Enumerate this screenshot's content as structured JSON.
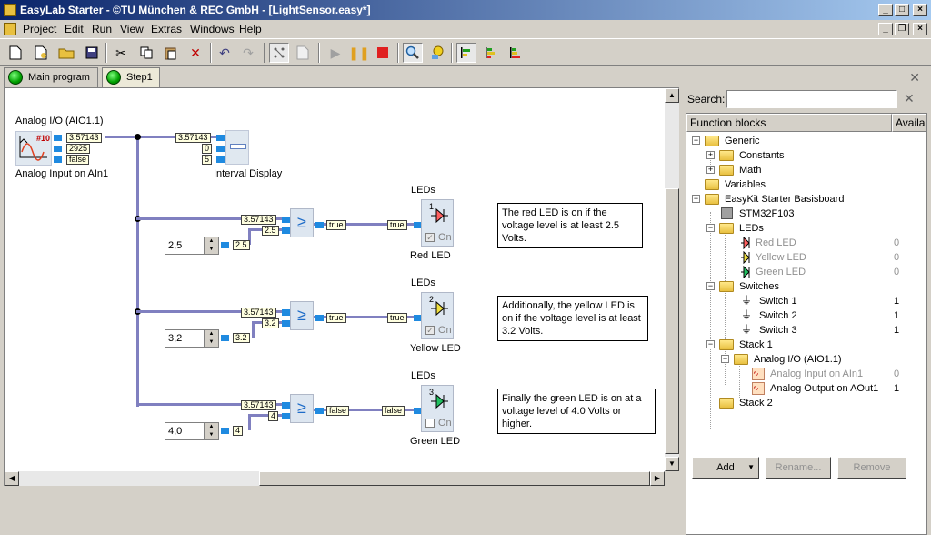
{
  "window": {
    "title": "EasyLab Starter - ©TU München & REC GmbH - [LightSensor.easy*]"
  },
  "menu": [
    "Project",
    "Edit",
    "Run",
    "View",
    "Extras",
    "Windows",
    "Help"
  ],
  "tabs": [
    {
      "label": "Main program"
    },
    {
      "label": "Step1"
    }
  ],
  "canvas": {
    "aio_title": "Analog I/O (AIO1.1)",
    "aio_caption": "Analog Input on AIn1",
    "aio_out1": "3.57143",
    "aio_out2": "2925",
    "aio_out3": "false",
    "interval_in": "3.57143",
    "interval_v1": "0",
    "interval_v2": "5",
    "interval_caption": "Interval Display",
    "rows": [
      {
        "leds_title": "LEDs",
        "in_val": "3.57143",
        "thr_val": "2.5",
        "spin": "2,5",
        "spin_out": "2.5",
        "cmp": "≥",
        "result": "true",
        "led_in": "true",
        "led_num": "1",
        "on": "On",
        "led_caption": "Red LED",
        "note": "The red LED is on if the voltage level is at least 2.5 Volts."
      },
      {
        "leds_title": "LEDs",
        "in_val": "3.57143",
        "thr_val": "3.2",
        "spin": "3,2",
        "spin_out": "3.2",
        "cmp": "≥",
        "result": "true",
        "led_in": "true",
        "led_num": "2",
        "on": "On",
        "led_caption": "Yellow LED",
        "note": "Additionally, the yellow LED is on if the voltage level is at least 3.2 Volts."
      },
      {
        "leds_title": "LEDs",
        "in_val": "3.57143",
        "thr_val": "4",
        "spin": "4,0",
        "spin_out": "4",
        "cmp": "≥",
        "result": "false",
        "led_in": "false",
        "led_num": "3",
        "on": "On",
        "led_caption": "Green LED",
        "note": "Finally the green LED is on at a voltage level of 4.0 Volts or higher."
      }
    ],
    "aio_num": "#10"
  },
  "side": {
    "search_label": "Search:",
    "search_value": "",
    "col_blocks": "Function blocks",
    "col_avail": "Availab",
    "tree": {
      "generic": "Generic",
      "constants": "Constants",
      "math": "Math",
      "variables": "Variables",
      "board": "EasyKit Starter Basisboard",
      "stm": "STM32F103",
      "leds": "LEDs",
      "red": "Red LED",
      "red_n": "0",
      "yellow": "Yellow LED",
      "yellow_n": "0",
      "green": "Green LED",
      "green_n": "0",
      "switches": "Switches",
      "sw1": "Switch 1",
      "sw1_n": "1",
      "sw2": "Switch 2",
      "sw2_n": "1",
      "sw3": "Switch 3",
      "sw3_n": "1",
      "stack1": "Stack 1",
      "aio": "Analog I/O (AIO1.1)",
      "ain": "Analog Input on AIn1",
      "ain_n": "0",
      "aout": "Analog Output on AOut1",
      "aout_n": "1",
      "stack2": "Stack 2"
    },
    "btn_add": "Add",
    "btn_rename": "Rename...",
    "btn_remove": "Remove"
  },
  "colors": {
    "wire": "#8080c0",
    "port": "#1f8ae0",
    "red_led": "#ff6060",
    "yellow_led": "#f0e040",
    "green_led": "#20c060"
  }
}
